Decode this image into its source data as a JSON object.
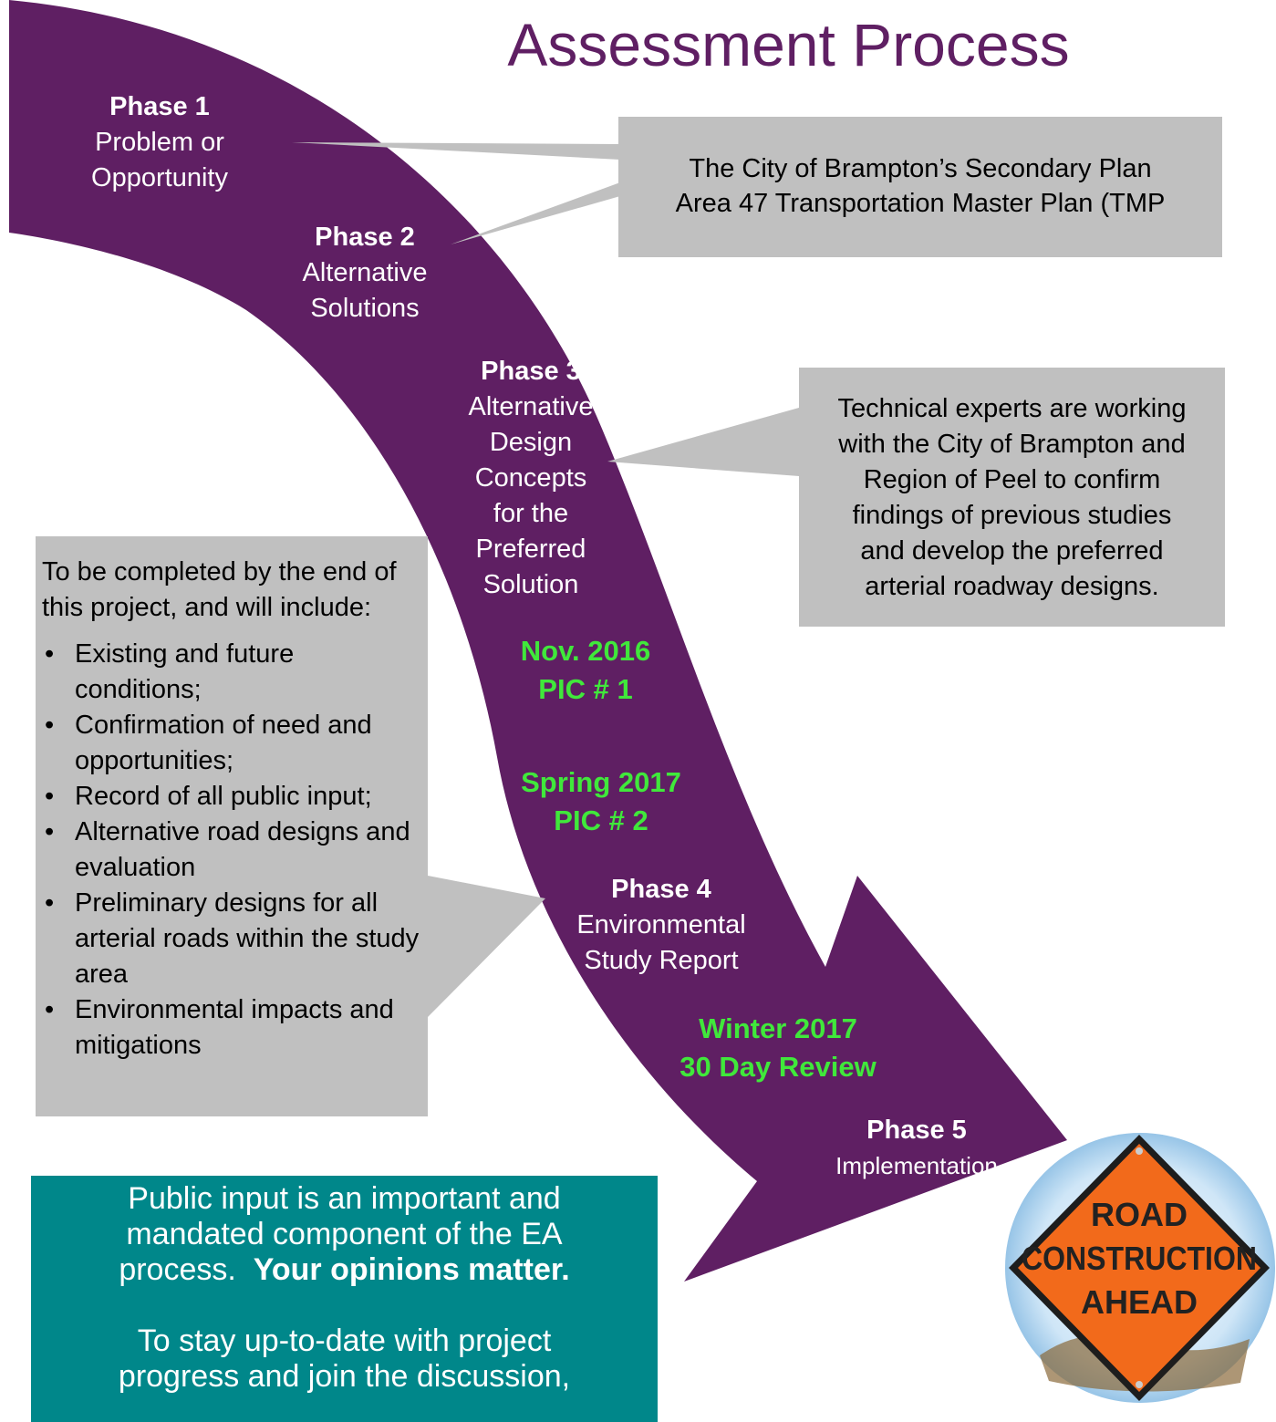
{
  "title": "Assessment Process",
  "phases": [
    {
      "head": "Phase 1",
      "body": "Problem or\nOpportunity"
    },
    {
      "head": "Phase 2",
      "body": "Alternative\nSolutions"
    },
    {
      "head": "Phase 3",
      "body": "Alternative\nDesign\nConcepts\nfor the\nPreferred\nSolution"
    },
    {
      "head": "Phase 4",
      "body": "Environmental\nStudy Report"
    },
    {
      "head": "Phase 5",
      "body": "Implementation"
    }
  ],
  "milestones": [
    {
      "line1": "Nov. 2016",
      "line2": "PIC # 1"
    },
    {
      "line1": "Spring 2017",
      "line2": "PIC # 2"
    },
    {
      "line1": "Winter 2017",
      "line2": "30 Day Review"
    }
  ],
  "callouts": {
    "tmp": {
      "line1": "The City of Brampton’s Secondary Plan",
      "line2": "Area 47 Transportation Master Plan (TMP"
    },
    "tech": {
      "lines": [
        "Technical experts are working",
        "with the City of Brampton and",
        "Region of Peel to confirm",
        "findings of previous studies",
        "and develop the preferred",
        "arterial roadway designs."
      ]
    },
    "deliverables": {
      "intro": "To be completed by the end of this project, and will include:",
      "items": [
        "Existing and future conditions;",
        "Confirmation of need and opportunities;",
        "Record of all public input;",
        "Alternative road designs and evaluation",
        "Preliminary designs for all arterial roads within the study area",
        "Environmental impacts and mitigations"
      ]
    }
  },
  "public_input": {
    "line1": "Public input is an important and",
    "line2": "mandated component of the EA",
    "line3_plain": "process.",
    "line3_bold": "Your opinions matter.",
    "line4": "To stay up-to-date with project",
    "line5": "progress and join the discussion,"
  },
  "sign": {
    "line1": "ROAD",
    "line2": "CONSTRUCTION",
    "line3": "AHEAD"
  },
  "colors": {
    "arrow": "#5f1f63",
    "milestone_text": "#40e83b",
    "callout_bg": "#c0c0c0",
    "teal": "#00878a",
    "sign_orange": "#f26a1b"
  }
}
